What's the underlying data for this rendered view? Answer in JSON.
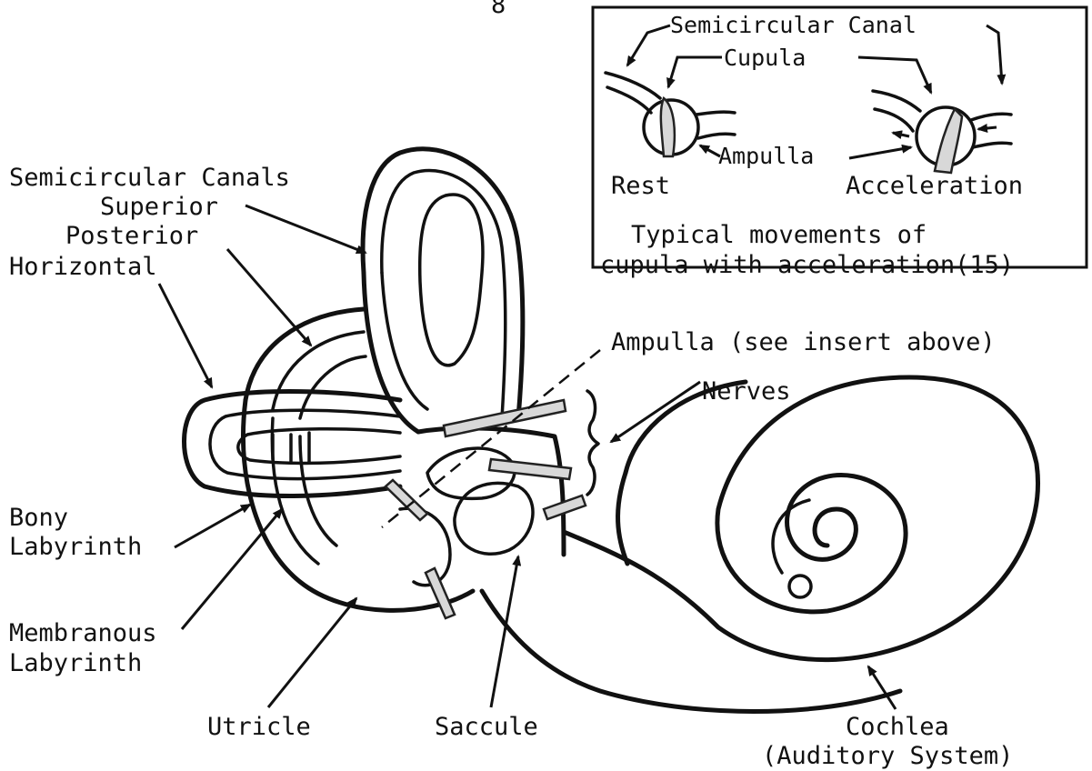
{
  "page_number": "8",
  "labels": {
    "semicircular_canals": "Semicircular Canals",
    "superior": "Superior",
    "posterior": "Posterior",
    "horizontal": "Horizontal",
    "bony_labyrinth_1": "Bony",
    "bony_labyrinth_2": "Labyrinth",
    "membranous_labyrinth_1": "Membranous",
    "membranous_labyrinth_2": "Labyrinth",
    "utricle": "Utricle",
    "saccule": "Saccule",
    "cochlea_1": "Cochlea",
    "cochlea_2": "(Auditory System)",
    "ampulla_main": "Ampulla (see insert above)",
    "nerves": "Nerves"
  },
  "insert": {
    "semicircular_canal": "Semicircular Canal",
    "cupula": "Cupula",
    "ampulla": "Ampulla",
    "rest": "Rest",
    "acceleration": "Acceleration",
    "caption_1": "Typical movements of",
    "caption_2": "cupula with acceleration(15)"
  }
}
